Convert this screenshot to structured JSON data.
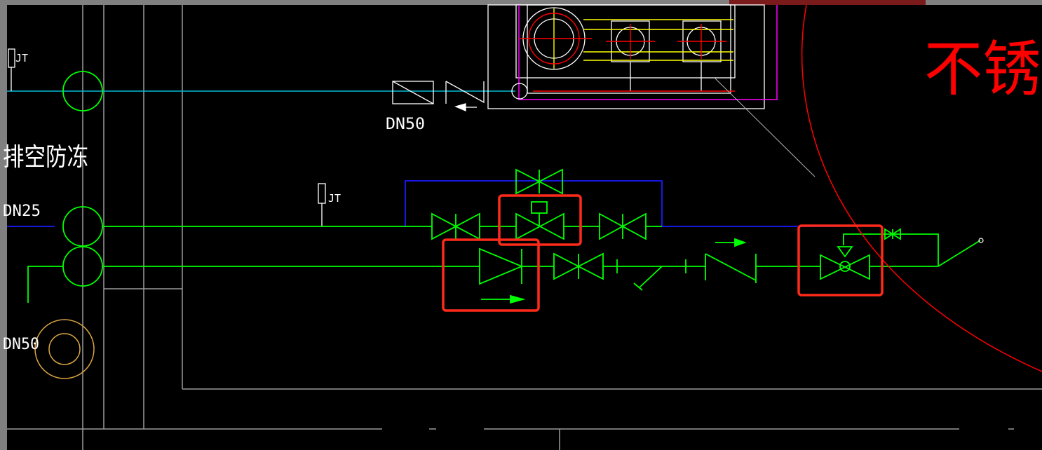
{
  "drawing": {
    "background": "#000000",
    "frame_color": "#7a7a7a",
    "colors": {
      "green": "#00ff00",
      "cyan": "#00bcd4",
      "blue": "#1a1aff",
      "white": "#ffffff",
      "red": "#ff0000",
      "highlight": "#ff2a1a",
      "yellow": "#ffff00",
      "magenta": "#ff00ff",
      "tan": "#d9a441",
      "gray": "#b0b0b0"
    },
    "labels": {
      "drain_antifreeze": "排空防冻",
      "dn25": "DN25",
      "dn50_left": "DN50",
      "dn50_top": "DN50",
      "stainless": "不锈钢",
      "jt_top": "JT",
      "jt_mid": "JT"
    },
    "highlight_boxes": [
      {
        "id": "solenoid-valve-box",
        "label": "highlight-solenoid-valve"
      },
      {
        "id": "check-valve-box",
        "label": "highlight-check-valve"
      },
      {
        "id": "float-valve-box",
        "label": "highlight-float-valve"
      }
    ]
  }
}
